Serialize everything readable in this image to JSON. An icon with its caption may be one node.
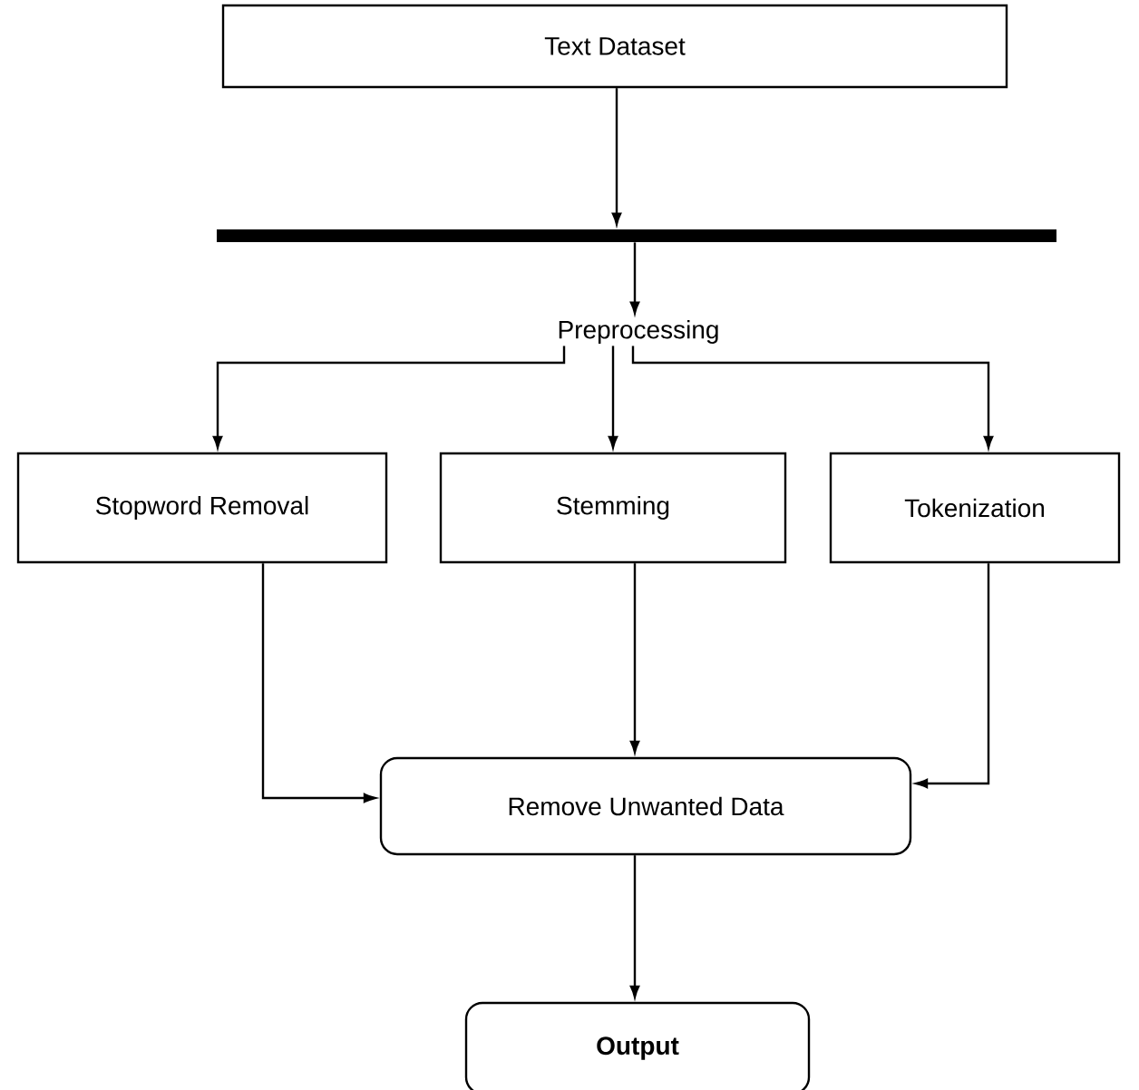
{
  "diagram": {
    "nodes": [
      {
        "text": [
          "Text Dataset"
        ]
      },
      {
        "text": [],
        "shape": "bar"
      },
      {
        "text": [
          "Preprocessing"
        ]
      },
      {
        "text": [
          "Stopword Removal"
        ]
      },
      {
        "text": [
          "Stemming"
        ]
      },
      {
        "text": [
          "Tokenization"
        ]
      },
      {
        "text": [
          "Remove Unwanted Data"
        ]
      },
      {
        "text": [
          "Output"
        ]
      }
    ],
    "edges": [
      {
        "from": 0,
        "to": 1,
        "arrow": "to"
      },
      {
        "from": 1,
        "to": 2,
        "arrow": "to"
      },
      {
        "from": 2,
        "to": 3,
        "arrow": "to"
      },
      {
        "from": 2,
        "to": 4,
        "arrow": "to"
      },
      {
        "from": 2,
        "to": 5,
        "arrow": "to"
      },
      {
        "from": 3,
        "to": 6,
        "arrow": "to"
      },
      {
        "from": 4,
        "to": 6,
        "arrow": "to"
      },
      {
        "from": 5,
        "to": 6,
        "arrow": "to"
      },
      {
        "from": 6,
        "to": 7,
        "arrow": "to"
      }
    ]
  }
}
